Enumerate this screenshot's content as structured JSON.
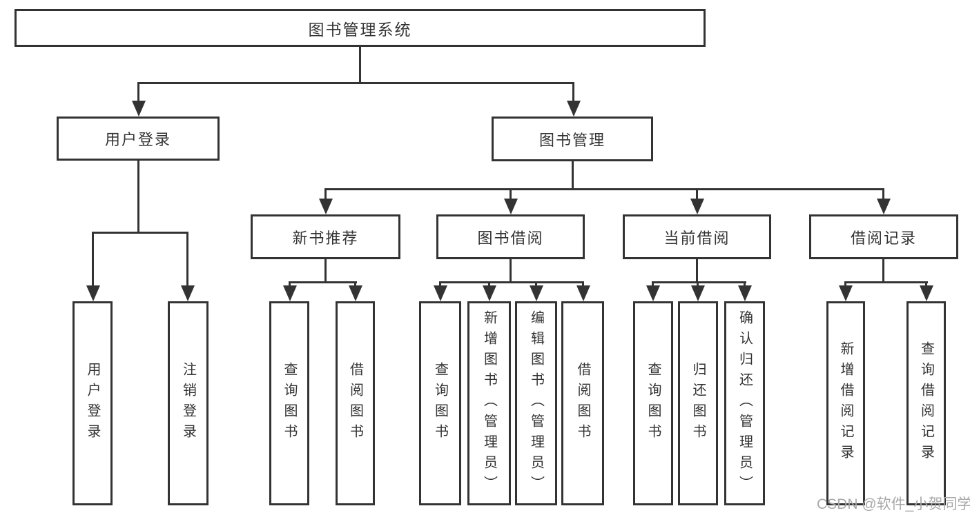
{
  "colors": {
    "line": "#333333",
    "background": "#ffffff",
    "watermark": "#a9a9a9"
  },
  "watermark": {
    "text": "CSDN @软件_小贺同学"
  },
  "diagram": {
    "root": {
      "label": "图书管理系统"
    },
    "branches": [
      {
        "label": "用户登录",
        "children": [
          {
            "label": "用户登录"
          },
          {
            "label": "注销登录"
          }
        ]
      },
      {
        "label": "图书管理",
        "children": [
          {
            "label": "新书推荐",
            "children": [
              {
                "label": "查询图书"
              },
              {
                "label": "借阅图书"
              }
            ]
          },
          {
            "label": "图书借阅",
            "children": [
              {
                "label": "查询图书"
              },
              {
                "label": "新增图书（管理员）"
              },
              {
                "label": "编辑图书（管理员）"
              },
              {
                "label": "借阅图书"
              }
            ]
          },
          {
            "label": "当前借阅",
            "children": [
              {
                "label": "查询图书"
              },
              {
                "label": "归还图书"
              },
              {
                "label": "确认归还（管理员）"
              }
            ]
          },
          {
            "label": "借阅记录",
            "children": [
              {
                "label": "新增借阅记录"
              },
              {
                "label": "查询借阅记录"
              }
            ]
          }
        ]
      }
    ]
  }
}
